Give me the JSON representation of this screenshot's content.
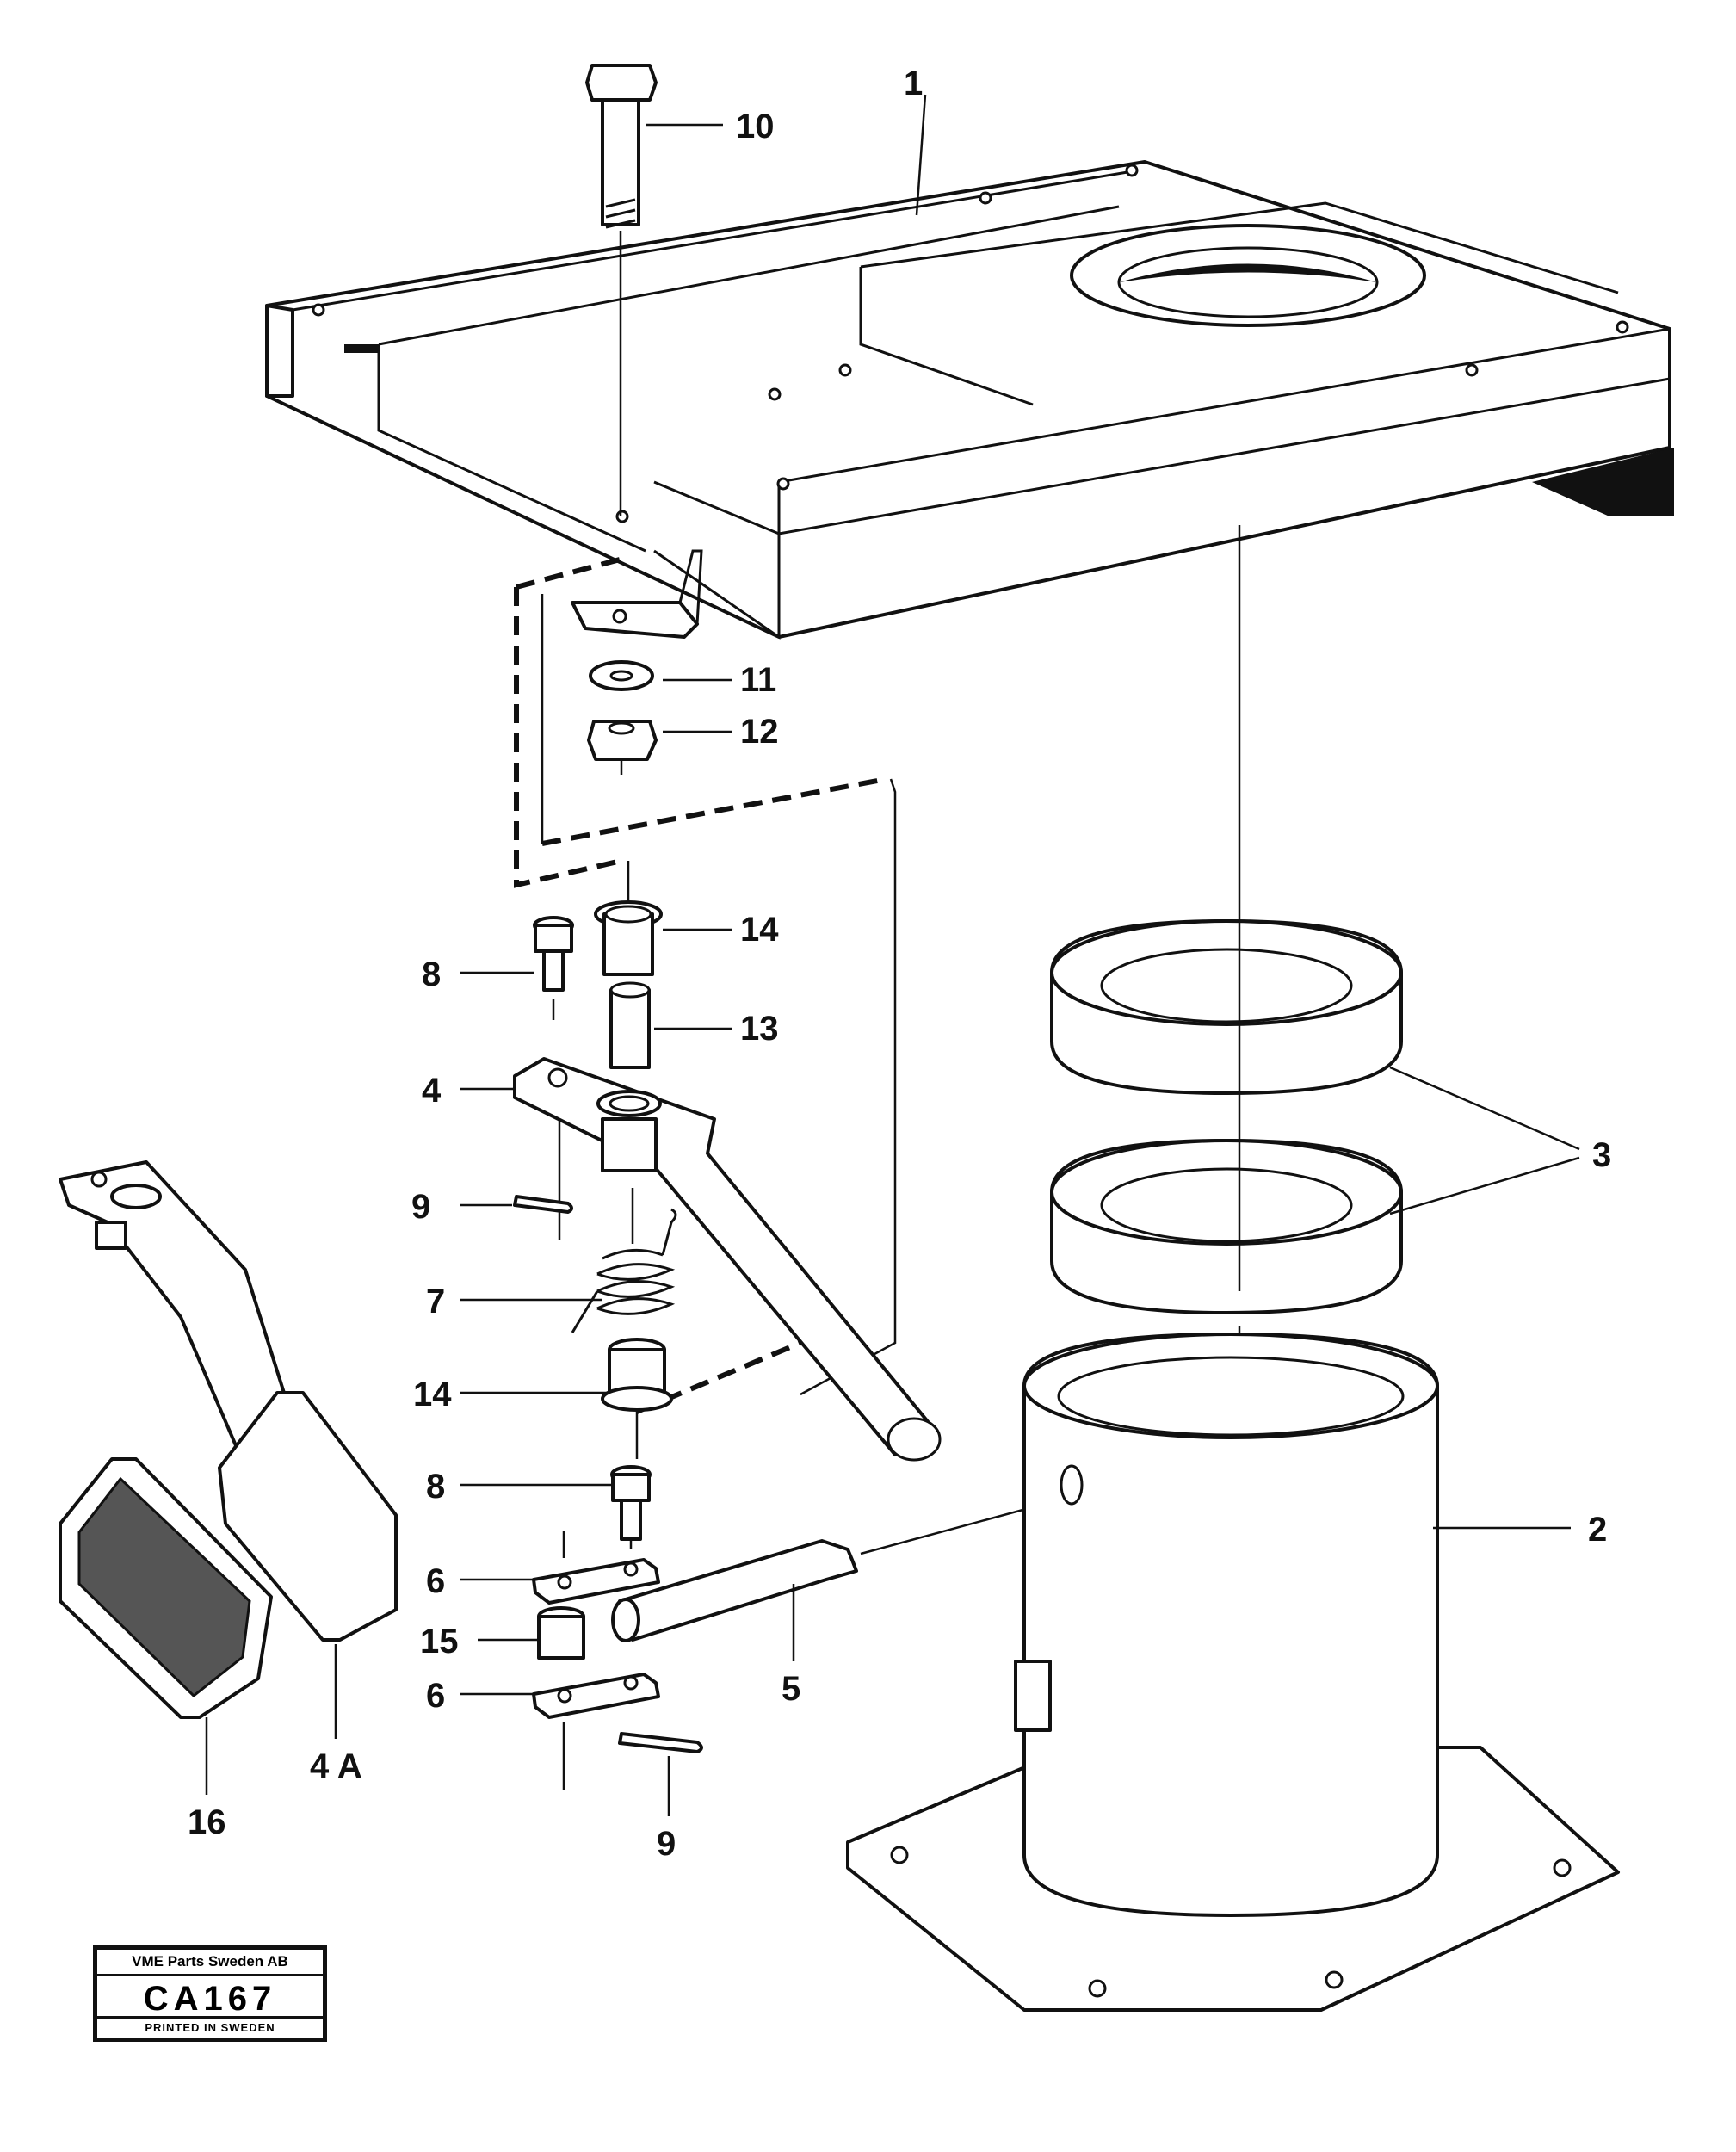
{
  "diagram": {
    "callouts": {
      "c1": "1",
      "c2": "2",
      "c3": "3",
      "c4": "4",
      "c4a": "4 A",
      "c5": "5",
      "c6a": "6",
      "c6b": "6",
      "c7": "7",
      "c8a": "8",
      "c8b": "8",
      "c9a": "9",
      "c9b": "9",
      "c10": "10",
      "c11": "11",
      "c12": "12",
      "c13": "13",
      "c14a": "14",
      "c14b": "14",
      "c15": "15",
      "c16": "16"
    }
  },
  "stamp": {
    "company": "VME Parts Sweden AB",
    "code": "CA167",
    "printed": "PRINTED IN SWEDEN"
  }
}
